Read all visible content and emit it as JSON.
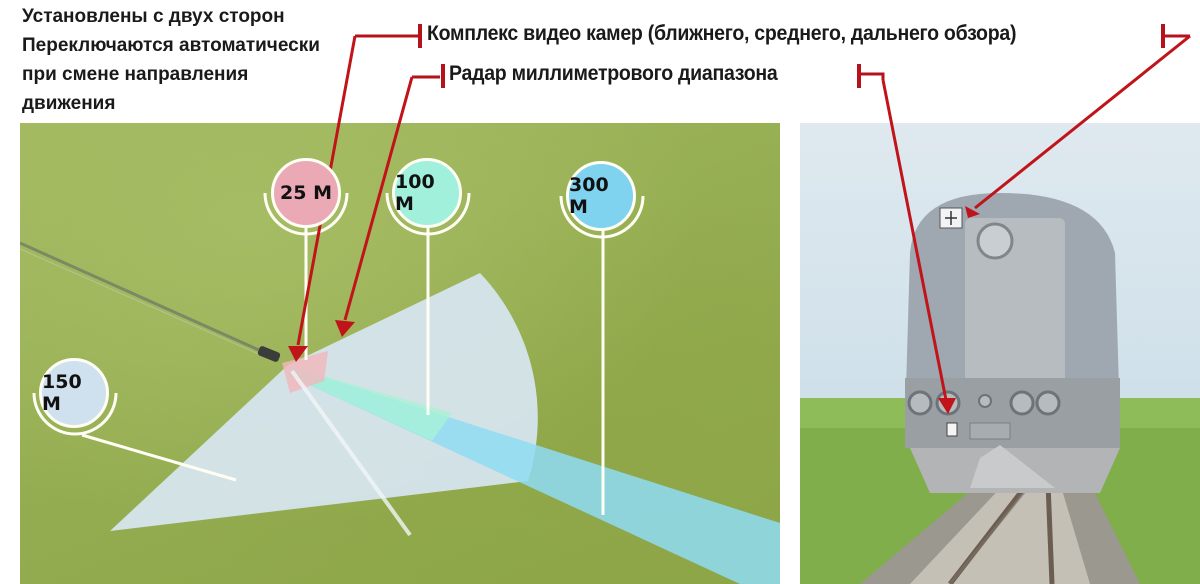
{
  "note": {
    "lines": [
      "Установлены с двух сторон",
      "Переключаются автоматически",
      "при смене направления",
      "движения"
    ]
  },
  "callouts": {
    "cameras": "Комплекс видео камер (ближнего, среднего, дальнего обзора)",
    "radar": "Радар миллиметрового диапазона"
  },
  "ranges": [
    {
      "label": "25 М",
      "color": "#eba9b6",
      "id": "25"
    },
    {
      "label": "100 М",
      "color": "#a0f0dc",
      "id": "100"
    },
    {
      "label": "300 М",
      "color": "#7fd3ee",
      "id": "300"
    },
    {
      "label": "150 М",
      "color": "#cfe0ee",
      "id": "150"
    }
  ],
  "colors": {
    "arrow": "#c0141a",
    "bracket": "#b5121b",
    "grass": "#98b052",
    "radar_zone": "#d8e6f2",
    "camera_near": "#f3b7bd",
    "camera_mid": "#a8f2d4",
    "camera_far": "#8fdcf3"
  }
}
